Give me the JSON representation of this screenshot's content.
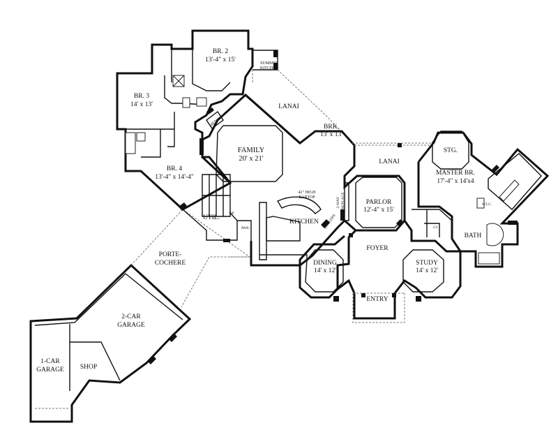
{
  "rooms": {
    "br2": {
      "name": "BR. 2",
      "size": "13'-4\" x 15'"
    },
    "summer_kitchen": {
      "line1": "SUMMER",
      "line2": "KITCHEN"
    },
    "br3": {
      "name": "BR. 3",
      "size": "14' x 13'"
    },
    "lanai_top": {
      "name": "LANAI"
    },
    "media": {
      "name": "MEDIA"
    },
    "family": {
      "name": "FAMILY",
      "size": "20' x 21'"
    },
    "brk": {
      "name": "BRK.",
      "size": "13' x 13'"
    },
    "lanai_right": {
      "name": "LANAI"
    },
    "stg": {
      "name": "STG."
    },
    "master": {
      "name": "MASTER BR.",
      "size": "17'-4\" x 14'x4"
    },
    "br4": {
      "name": "BR. 4",
      "size": "13'-4\" x 14'-4\""
    },
    "bartop": {
      "line1": "42\" HIGH",
      "line2": "BARTOP"
    },
    "fireplace": {
      "line1": "2-WAY",
      "line2": "FIREPLACE"
    },
    "parlor": {
      "name": "PARLOR",
      "size": "12'-4\" x 15'"
    },
    "wic": {
      "name": "W.I.C."
    },
    "util": {
      "name": "UTIL."
    },
    "up": {
      "name": "UP"
    },
    "pan": {
      "name": "PAN."
    },
    "kitchen": {
      "name": "KITCHEN"
    },
    "butlers": {
      "name": "BUTLERS"
    },
    "half_bath": {
      "name": "1/2"
    },
    "bath": {
      "name": "BATH"
    },
    "porte": {
      "line1": "PORTE-",
      "line2": "COCHERE"
    },
    "foyer": {
      "name": "FOYER"
    },
    "dining": {
      "name": "DINING",
      "size": "14' x 12'"
    },
    "study": {
      "name": "STUDY",
      "size": "14' x 12'"
    },
    "entry": {
      "name": "ENTRY"
    },
    "garage2": {
      "name": "2-CAR",
      "line2": "GARAGE"
    },
    "garage1": {
      "name": "1-CAR",
      "line2": "GARAGE"
    },
    "shop": {
      "name": "SHOP"
    }
  }
}
